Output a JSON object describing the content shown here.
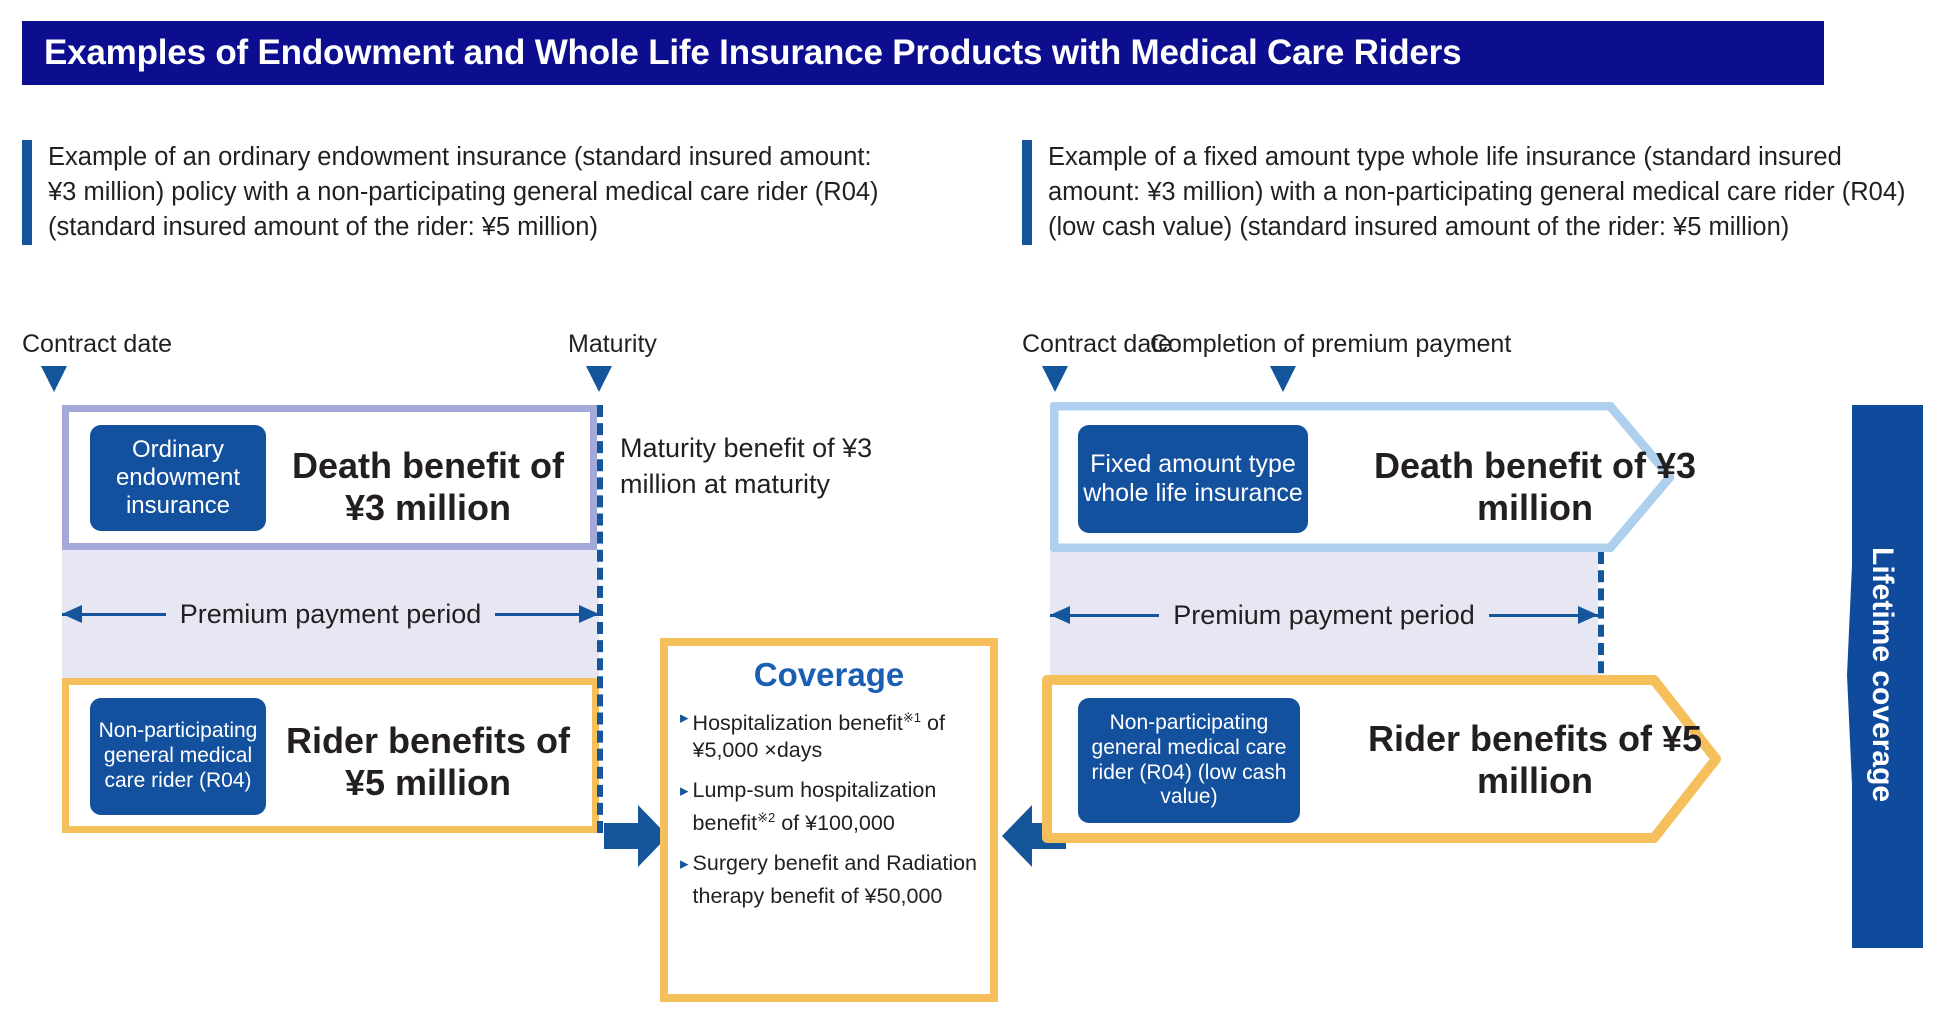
{
  "title": "Examples of Endowment and Whole Life Insurance Products with Medical Care Riders",
  "colors": {
    "title_bg": "#0d0d8f",
    "accent_blue": "#14559b",
    "tag_blue": "#13509e",
    "orange": "#f5bf5c",
    "light_blue": "#aed0ee",
    "purple_border": "#a3a9d8",
    "band_gray": "#e6e7f2",
    "coverage_title": "#1a5fb4"
  },
  "left": {
    "intro": "Example of an ordinary endowment insurance (standard insured amount: ¥3 million) policy with a non-participating general medical care rider (R04) (standard insured amount of the rider: ¥5 million)",
    "timeline_start_label": "Contract date",
    "timeline_end_label": "Maturity",
    "product_tag": "Ordinary endowment insurance",
    "death_benefit": "Death benefit of ¥3 million",
    "maturity_note": "Maturity benefit of ¥3 million at maturity",
    "premium_period_label": "Premium payment period",
    "rider_tag": "Non-participating general medical care rider (R04)",
    "rider_benefit": "Rider benefits of ¥5 million"
  },
  "right": {
    "intro": "Example of a fixed amount type whole life insurance (standard insured amount: ¥3 million) with a non-participating general medical care rider (R04)(low cash value) (standard insured amount of the rider: ¥5 million)",
    "timeline_start_label": "Contract date",
    "timeline_end_label": "Completion of premium payment",
    "product_tag": "Fixed amount type whole life insurance",
    "death_benefit": "Death benefit of ¥3 million",
    "premium_period_label": "Premium payment period",
    "rider_tag": "Non-participating general medical care rider (R04) (low cash value)",
    "rider_benefit": "Rider benefits of ¥5 million",
    "lifetime_banner": "Lifetime coverage"
  },
  "coverage": {
    "title": "Coverage",
    "items": [
      {
        "text": "Hospitalization benefit",
        "sup": "※1",
        "rest": " of ¥5,000 ×days"
      },
      {
        "text": "Lump-sum hospitalization benefit",
        "sup": "※2",
        "rest": " of ¥100,000"
      },
      {
        "text": "Surgery benefit and Radiation therapy benefit of ¥50,000",
        "sup": "",
        "rest": ""
      }
    ]
  }
}
